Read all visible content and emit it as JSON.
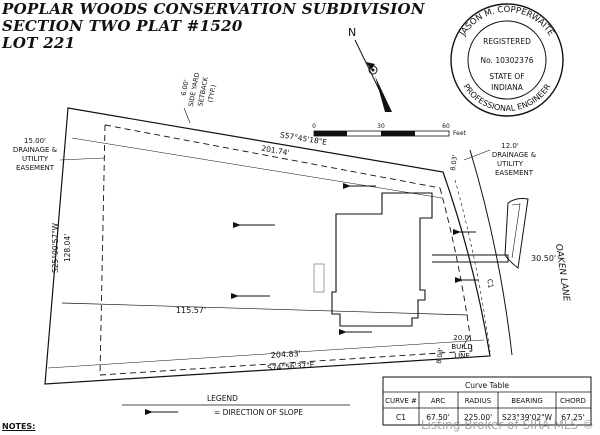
{
  "title": {
    "line1": "POPLAR WOODS CONSERVATION SUBDIVISION",
    "line2": "SECTION TWO PLAT #1520",
    "line3": "LOT 221"
  },
  "seal": {
    "name": "JASON M. COPPERWAITE",
    "registered": "REGISTERED",
    "number": "No. 10302376",
    "state_of": "STATE OF",
    "state": "INDIANA",
    "profession": "PROFESSIONAL ENGINEER"
  },
  "north_label": "N",
  "scale": {
    "ticks": [
      "0",
      "30",
      "60"
    ],
    "unit": "Feet"
  },
  "labels": {
    "side_setback_1": "6.00'",
    "side_setback_2": "SIDE YARD",
    "side_setback_3": "SETBACK",
    "side_setback_4": "(TYP.)",
    "left_easement_1": "15.00'",
    "left_easement_2": "DRAINAGE &",
    "left_easement_3": "UTILITY",
    "left_easement_4": "EASEMENT",
    "top_bearing": "S57°45'18\"E",
    "top_dist": "201.74'",
    "left_bearing": "S25°00'57\"W",
    "left_dist": "128.04'",
    "right_easement_1": "12.0'",
    "right_easement_2": "DRAINAGE &",
    "right_easement_3": "UTILITY",
    "right_easement_4": "EASEMENT",
    "setback_top": "8.03'",
    "setback_bottom": "8.03'",
    "drive_dim": "30.50'",
    "curve_label": "C1",
    "road": "OAKEN LANE",
    "inner_dist": "115.57'",
    "bottom_dist": "204.83'",
    "bottom_bearing": "S74°56'37\"E",
    "build_line_1": "20.0'",
    "build_line_2": "BUILD",
    "build_line_3": "LINE"
  },
  "legend": {
    "title": "LEGEND",
    "item": "= DIRECTION OF SLOPE"
  },
  "notes": "NOTES:",
  "curve_table": {
    "title": "Curve Table",
    "headers": [
      "CURVE #",
      "ARC",
      "RADIUS",
      "BEARING",
      "CHORD"
    ],
    "rows": [
      [
        "C1",
        "67.50'",
        "225.00'",
        "S23°39'02\"W",
        "67.25'"
      ]
    ]
  },
  "watermark": "Listing Broker of SIRA MLS ©",
  "colors": {
    "ink": "#111111",
    "watermark": "#969696"
  }
}
